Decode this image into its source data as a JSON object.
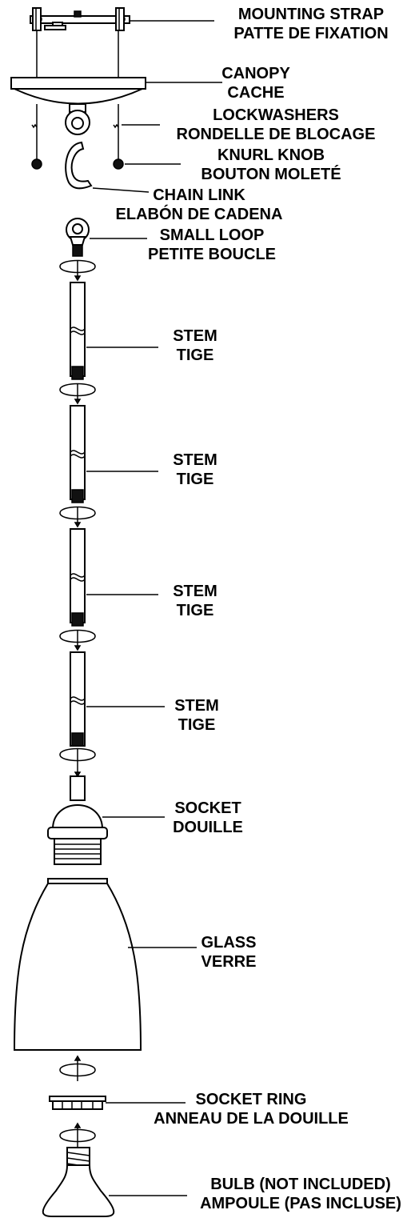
{
  "labels": {
    "mounting_strap": {
      "en": "MOUNTING STRAP",
      "fr": "PATTE DE FIXATION"
    },
    "canopy": {
      "en": "CANOPY",
      "fr": "CACHE"
    },
    "lockwashers": {
      "en": "LOCKWASHERS",
      "fr": "RONDELLE DE BLOCAGE"
    },
    "knurl_knob": {
      "en": "KNURL KNOB",
      "fr": "BOUTON MOLETÉ"
    },
    "chain_link": {
      "en": "CHAIN LINK",
      "fr": "ELABÓN DE CADENA"
    },
    "small_loop": {
      "en": "SMALL LOOP",
      "fr": "PETITE BOUCLE"
    },
    "stems": [
      {
        "en": "STEM",
        "fr": "TIGE"
      },
      {
        "en": "STEM",
        "fr": "TIGE"
      },
      {
        "en": "STEM",
        "fr": "TIGE"
      },
      {
        "en": "STEM",
        "fr": "TIGE"
      }
    ],
    "socket": {
      "en": "SOCKET",
      "fr": "DOUILLE"
    },
    "glass": {
      "en": "GLASS",
      "fr": "VERRE"
    },
    "socket_ring": {
      "en": "SOCKET RING",
      "fr": "ANNEAU DE LA DOUILLE"
    },
    "bulb": {
      "en": "BULB (NOT INCLUDED)",
      "fr": "AMPOULE (PAS INCLUSE)"
    }
  },
  "colors": {
    "line": "#000000",
    "background": "#ffffff"
  }
}
